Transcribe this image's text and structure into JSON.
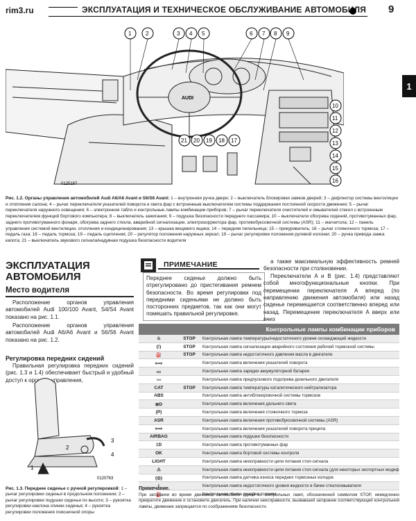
{
  "header": {
    "site": "rim3.ru",
    "title": "ЭКСПЛУАТАЦИЯ И ТЕХНИЧЕСКОЕ ОБСЛУЖИВАНИЕ АВТОМОБИЛЯ",
    "page_number": "9",
    "chapter_tab": "1"
  },
  "figure1": {
    "callouts_top": [
      "1",
      "2",
      "3",
      "4",
      "5",
      "6",
      "7",
      "8",
      "9"
    ],
    "callouts_right": [
      "10",
      "11",
      "12",
      "13",
      "14",
      "15",
      "16"
    ],
    "callouts_bottom": [
      "21",
      "20",
      "19",
      "18",
      "17"
    ],
    "steering_logo": "AUDI",
    "code": "0125187",
    "caption_title": "Рис. 1.2. Органы управления автомобилей Audi A6/A6 Avant и S6/S6 Avant:",
    "caption_text": " 1 – внутренняя ручка двери; 2 – выключатель блокировки замков дверей; 3 – дефлектор системы вентиляции и отопления салона; 4 – рычаг переключателя указателей поворота и света фар с встроенным выключателем системы поддержания постоянной скорости движения; 5 – рычаг переключателя наружного освещения; 6 – электронное табло и контрольные лампы комбинации приборов; 7 – рычаг переключателя очистителей и омывателей стекол с встроенным переключателем функций бортового компьютера; 8 – выключатель зажигания; 9 – подушка безопасности переднего пассажира; 10 – выключатели обогрева сидений, противотуманных фар, заднего противотуманного фонаря, обогрева заднего стекла, аварийной сигнализации, электрокорректора фар, противобуксовочной системы (ASR); 11 – магнитола; 12 – панель управления системой вентиляции, отопления и кондиционирования; 13 – крышка вещевого ящика; 14 – передняя пепельница; 15 – прикуриватель; 16 – рычаг стояночного тормоза; 17 – педаль газа; 18 – педаль тормоза; 19 – педаль сцепления; 20 – регулятор положения наружных зеркал; 19 – рычаг регулировки положения рулевой колонки; 20 – ручка привода замка капота; 21 – выключатель звукового сигнала/надувная подушка безопасности водителя"
  },
  "section": {
    "title": "ЭКСПЛУАТАЦИЯ АВТОМОБИЛЯ",
    "subtitle": "Место водителя",
    "para1": "Расположение органов управления автомобилей Audi 100/100 Avant, S4/S4 Avant показано на рис. 1.1.",
    "para2": "Расположение органов управления автомобилей Audi A6/A6 Avant и S6/S6 Avant показано на рис. 1.2.",
    "subtitle2": "Регулировка передних сидений",
    "para3": "Правильная регулировка передних сидений (рис. 1.3 и 1.4) обеспечивает быстрый и удобный доступ к органам управления,"
  },
  "note": {
    "title": "ПРИМЕЧАНИЕ",
    "text": "Переднее сиденье должно быть отрегулировано до пристегивания ремнем безопасности. Во время регулировки под передними сиденьями не должно быть посторонних предметов, так как они могут помешать правильной регулировке."
  },
  "right_text": {
    "para1": "а также максимальную эффективность ремней безопасности при столкновении.",
    "para2": "Переключатели A и B (рис. 1.4) представляют собой многофункциональные кнопки. При перемещении переключателя A вперед (по направлению движения автомобиля) или назад сиденье перемещается соответственно вперед или назад. Перемещение переключателя A вверх или вниз"
  },
  "lamps": {
    "title": "Контрольные лампы комбинации приборов",
    "rows": [
      {
        "sym": "♨",
        "stop": "STOP",
        "desc": "Контрольная лампа температуры/недостаточного уровня охлаждающей жидкости"
      },
      {
        "sym": "(!)",
        "stop": "STOP",
        "desc": "Контрольная лампа сигнализации аварийного состояния рабочей тормозной системы"
      },
      {
        "sym": "⛽",
        "stop": "STOP",
        "desc": "Контрольная лампа недостаточного давления масла в двигателе"
      },
      {
        "sym": "⇦⇨",
        "stop": "",
        "desc": "Контрольная лампа включения указателей поворота"
      },
      {
        "sym": "▭",
        "stop": "",
        "desc": "Контрольная лампа зарядки аккумуляторной батареи"
      },
      {
        "sym": "〰",
        "stop": "",
        "desc": "Контрольная лампа предпускового подогрева дизельного двигателя"
      },
      {
        "sym": "CAT",
        "stop": "STOP",
        "desc": "Контрольная лампа температуры каталитического нейтрализатора"
      },
      {
        "sym": "ABS",
        "stop": "",
        "desc": "Контрольная лампа антиблокировочной системы тормозов"
      },
      {
        "sym": "≣D",
        "stop": "",
        "desc": "Контрольная лампа включения дальнего света"
      },
      {
        "sym": "(P)",
        "stop": "",
        "desc": "Контрольная лампа включения стояночного тормоза"
      },
      {
        "sym": "ASR",
        "stop": "",
        "desc": "Контрольная лампа включения противобуксовочной системы (ASR)"
      },
      {
        "sym": "⇦⇨",
        "stop": "",
        "desc": "Контрольная лампа включения указателей поворота прицепа"
      },
      {
        "sym": "AIRBAG",
        "stop": "",
        "desc": "Контрольная лампа подушки безопасности"
      },
      {
        "sym": "‡D",
        "stop": "",
        "desc": "Контрольная лампа противотуманных фар"
      },
      {
        "sym": "OK",
        "stop": "",
        "desc": "Контрольная лампа бортовой системы контроля"
      },
      {
        "sym": "LIGHT",
        "stop": "",
        "desc": "Контрольная лампа неисправности цепи питания стоп-сигнала"
      },
      {
        "sym": "⚠",
        "stop": "",
        "desc": "Контрольная лампа неисправности цепи питания стоп-сигнала (для некоторых экспортных модификаций)"
      },
      {
        "sym": "(◎)",
        "stop": "",
        "desc": "Контрольная лампа датчика износа передних тормозных колодок"
      },
      {
        "sym": "⌇",
        "stop": "",
        "desc": "Контрольная лампа недостаточного уровня жидкости в бачке стеклоомывателя"
      },
      {
        "sym": "⛽",
        "stop": "",
        "desc": "Контрольная лампа резерва топлива"
      }
    ]
  },
  "primechanie": {
    "title": "Примечание.",
    "text": "При загорании во время движения автомобиля одной из контрольных ламп, обозначенной символом STOP, немедленно прекратите движение и остановите двигатель. При наличии неисправности, вызвавшей загорание соответствующей контрольной лампы, движение запрещается по соображениям безопасности."
  },
  "figure3": {
    "callouts": [
      "1",
      "2",
      "3",
      "4"
    ],
    "code": "0120763",
    "caption_title": "Рис. 1.3. Переднее сиденье с ручной регулировкой:",
    "caption_text": " 1 – рычаг регулировки сиденья в продольном положении; 2 – рычаг регулировки подушки сиденья по высоте; 3 – рукоятка регулировки наклона спинки сиденья; 4 – рукоятка регулировки положения поясничной опоры"
  }
}
